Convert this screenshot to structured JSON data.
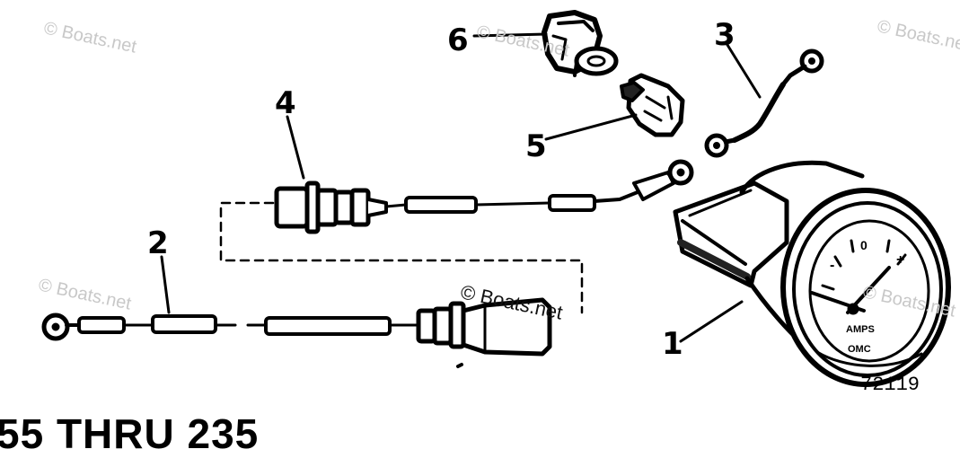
{
  "callouts": {
    "c1": "1",
    "c2": "2",
    "c3": "3",
    "c4": "4",
    "c5": "5",
    "c6": "6"
  },
  "watermark": "© Boats.net",
  "figure_number": "72119",
  "model_range": "55 THRU 235",
  "gauge_text": {
    "brand": "OMC",
    "unit": "AMPS",
    "minus": "-",
    "plus": "+",
    "zero": "0"
  }
}
